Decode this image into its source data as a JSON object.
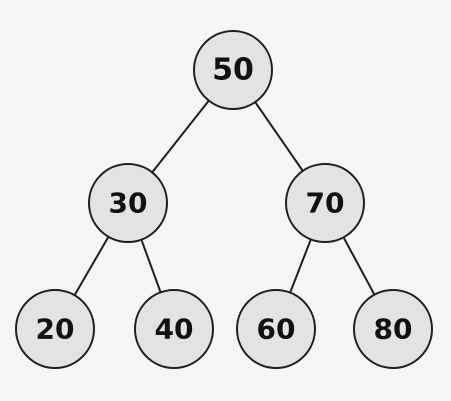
{
  "tree": {
    "nodes": [
      {
        "id": "n50",
        "label": "50"
      },
      {
        "id": "n30",
        "label": "30"
      },
      {
        "id": "n70",
        "label": "70"
      },
      {
        "id": "n20",
        "label": "20"
      },
      {
        "id": "n40",
        "label": "40"
      },
      {
        "id": "n60",
        "label": "60"
      },
      {
        "id": "n80",
        "label": "80"
      }
    ],
    "edges": [
      {
        "from": "n50",
        "to": "n30"
      },
      {
        "from": "n50",
        "to": "n70"
      },
      {
        "from": "n30",
        "to": "n20"
      },
      {
        "from": "n30",
        "to": "n40"
      },
      {
        "from": "n70",
        "to": "n60"
      },
      {
        "from": "n70",
        "to": "n80"
      }
    ]
  },
  "colors": {
    "background": "#f3f5f7",
    "node_fill": "#e3e3e3",
    "node_stroke": "#1f1f1f",
    "text": "#111111"
  }
}
